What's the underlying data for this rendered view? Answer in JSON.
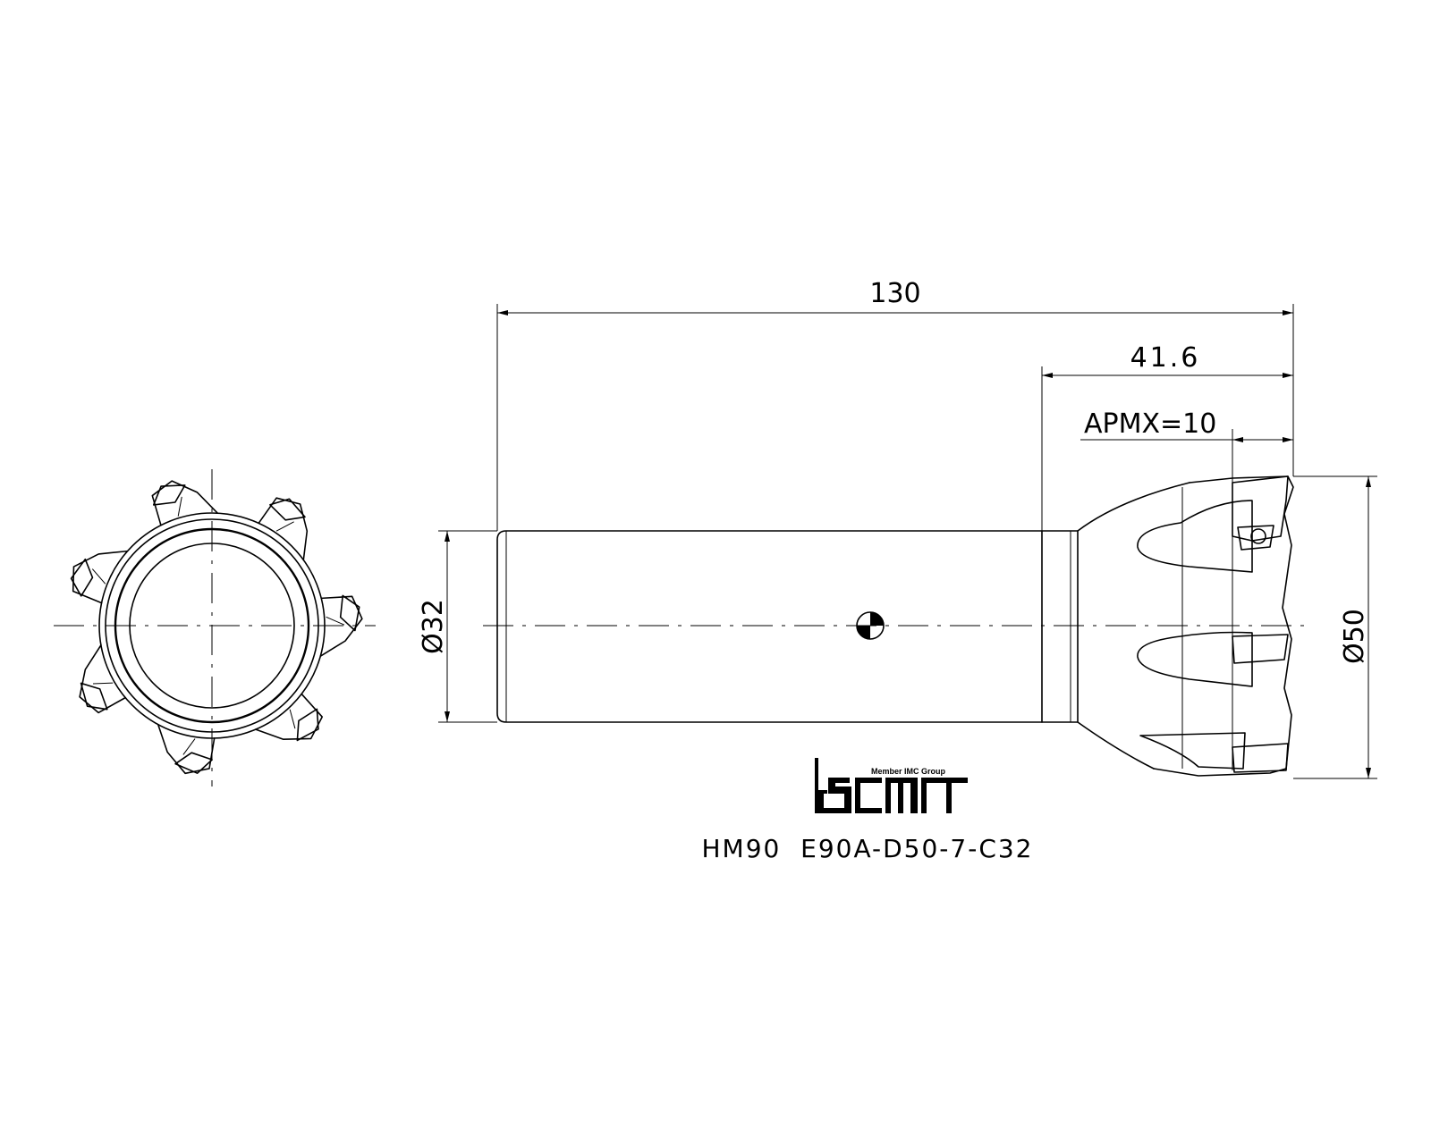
{
  "dimensions": {
    "overall_length": "130",
    "head_length": "41.6",
    "apmx": "APMX=10",
    "shank_diameter": "Ø32",
    "cutting_diameter": "Ø50"
  },
  "brand": {
    "tagline": "Member IMC Group",
    "logo_text": "iscar"
  },
  "part_number": "HM90  E90A-D50-7-C32"
}
